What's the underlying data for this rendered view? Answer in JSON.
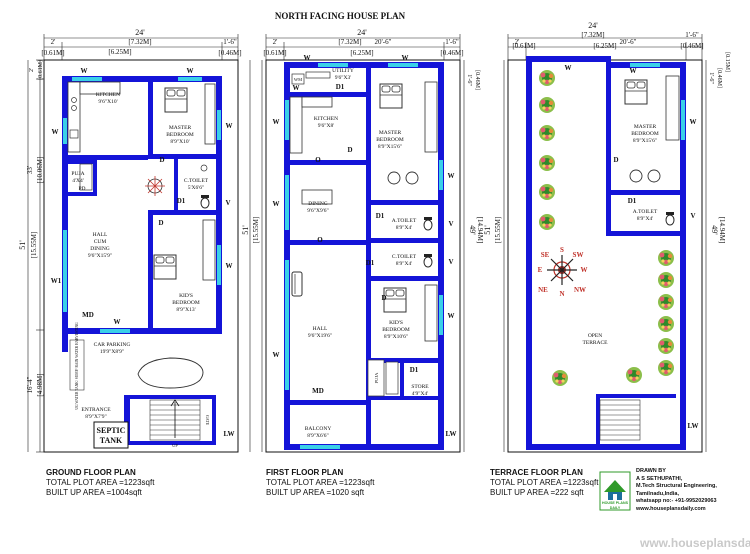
{
  "title": "NORTH FACING HOUSE PLAN",
  "dims": {
    "w24": "24'",
    "w2": "2'",
    "w206": "20'-6\"",
    "w16": "1'-6\"",
    "m732": "[7.32M]",
    "m061": "[0.61M]",
    "m625": "[6.25M]",
    "m046": "[0.46M]",
    "d51": "51'",
    "m1555": "[15.55M]",
    "d33": "33'",
    "m1006": "[10.06M]",
    "d164": "16'-4\"",
    "m498": "[4.98M]",
    "d49": "49'",
    "m1494": "[14.94M]",
    "d26": "2'",
    "m061v": "[0.61M]",
    "d16v": "1'-6\"",
    "m046v": "[0.46M]",
    "m015": "[0.15M]",
    "d6": "6\""
  },
  "ground": {
    "kitchen": "KITCHEN",
    "kitchen_size": "9'6\"X10'",
    "master": "MASTER",
    "bedroom": "BEDROOM",
    "master_size": "8'9\"X10'",
    "puja": "PUJA",
    "puja_size": "4'X4'",
    "puja_door": "PD",
    "toilet": "C.TOILET",
    "toilet_size": "5'X6'6\"",
    "hall1": "HALL",
    "hall2": "CUM",
    "hall3": "DINING",
    "hall_size": "9'6\"X15'9\"",
    "kids1": "KID'S",
    "kids2": "BEDROOM",
    "kids_size": "8'9\"X13'",
    "car": "CAR PARKING",
    "car_size": "19'9\"X8'9\"",
    "entrance": "ENTRANCE",
    "entrance_size": "8'9\"X7'9\"",
    "septic1": "SEPTIC",
    "septic2": "TANK",
    "sump": "UG WATER TANK/ SUMP/ RAIN WATER HARVESTING",
    "up": "UP",
    "gate": "GATE",
    "md": "MD",
    "w": "W",
    "w1": "W1",
    "d": "D",
    "d1": "D1",
    "v": "V",
    "lw": "LW",
    "caption": "GROUND FLOOR PLAN",
    "plot": "TOTAL PLOT AREA =1223sqft",
    "built": "BUILT UP AREA =1004sqft"
  },
  "first": {
    "utility": "UTILITY",
    "utility_size": "9'6\"X3'",
    "wm": "WM",
    "kitchen": "KITCHEN",
    "kitchen_size": "9'6\"X8'",
    "master": "MASTER",
    "bedroom": "BEDROOM",
    "master_size": "8'9\"X15'6\"",
    "dining": "DINING",
    "dining_size": "9'6\"X9'6\"",
    "atoilet": "A.TOILET",
    "atoilet_size": "8'9\"X4'",
    "ctoilet": "C.TOILET",
    "ctoilet_size": "8'9\"X4'",
    "kids1": "KID'S",
    "kids2": "BEDROOM",
    "kids_size": "8'9\"X10'6\"",
    "hall": "HALL",
    "hall_size": "9'6\"X19'6\"",
    "store": "STORE",
    "store_size": "4'9\"X4'",
    "puja": "PUJA",
    "balcony": "BALCONY",
    "balcony_size": "8'9\"X6'6\"",
    "md": "MD",
    "o": "O",
    "w": "W",
    "d": "D",
    "d1": "D1",
    "v": "V",
    "lw": "LW",
    "caption": "FIRST FLOOR PLAN",
    "plot": "TOTAL PLOT AREA =1223sqft",
    "built": "BUILT UP AREA =1020 sqft"
  },
  "terrace": {
    "master": "MASTER",
    "bedroom": "BEDROOM",
    "master_size": "8'9\"X15'6\"",
    "atoilet": "A.TOILET",
    "atoilet_size": "8'9\"X4'",
    "open": "OPEN",
    "terrace": "TERRACE",
    "w": "W",
    "d": "D",
    "d1": "D1",
    "v": "V",
    "lw": "LW",
    "compass": [
      "S",
      "SW",
      "W",
      "NW",
      "N",
      "NE",
      "E",
      "SE"
    ],
    "caption": "TERRACE FLOOR PLAN",
    "plot": "TOTAL PLOT AREA =1223sqft",
    "built": "BUILT UP AREA =222 sqft"
  },
  "credit": {
    "drawn": "DRAWN BY",
    "name": "A S SETHUPATHI,",
    "qual": "M.Tech Structural Engineering,",
    "loc": "Tamilnadu,India,",
    "phone": "whatsapp no:- +91-9952029063",
    "site": "www.houseplansdaily.com",
    "logo1": "HOUSE PLANS",
    "logo2": "DAILY"
  },
  "watermark": "www.houseplansda",
  "colors": {
    "wall": "#1414d8",
    "window": "#3ad0e8",
    "plant": "#2f9a2a",
    "accent": "#c0322a"
  }
}
